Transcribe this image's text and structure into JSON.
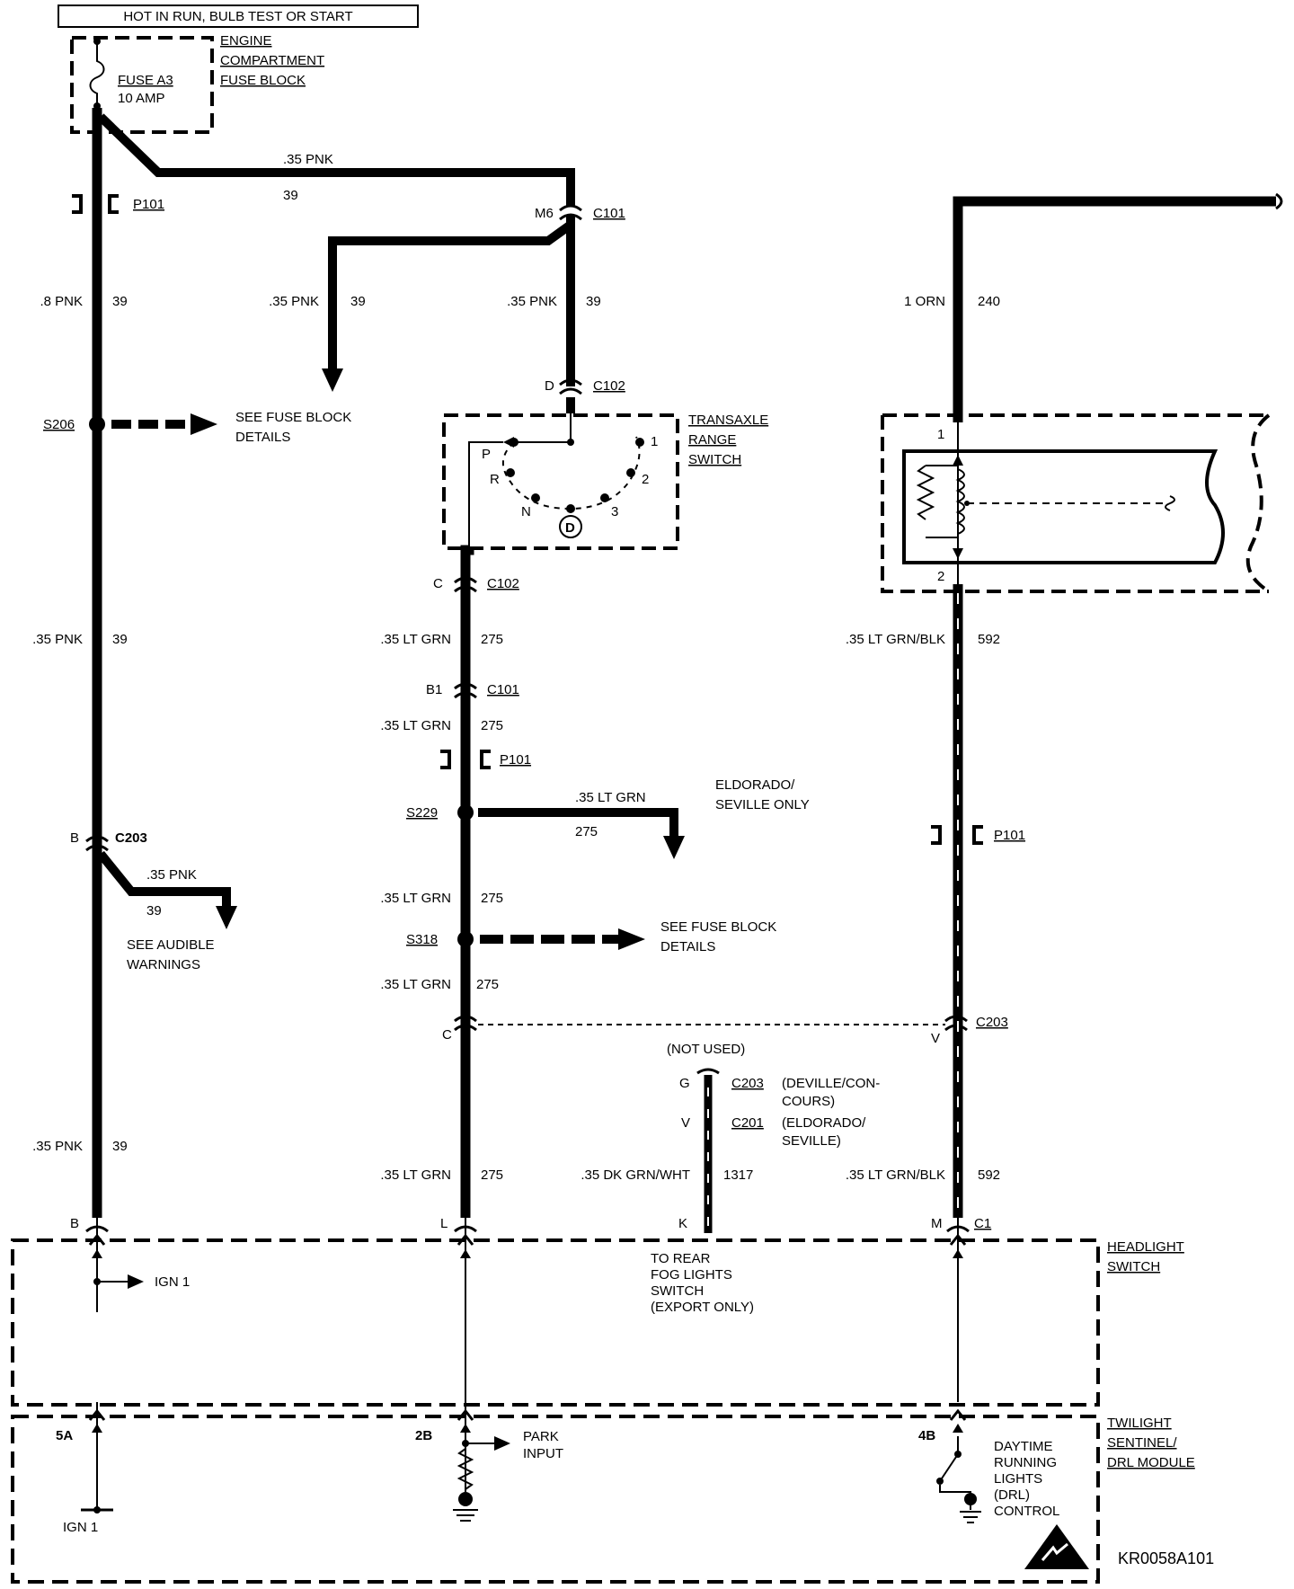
{
  "header": {
    "title": "HOT IN RUN, BULB TEST OR START"
  },
  "components": {
    "fuse_block": {
      "label": [
        "ENGINE",
        "COMPARTMENT",
        "FUSE BLOCK"
      ],
      "fuse": "FUSE A3",
      "rating": "10 AMP"
    },
    "transaxle": {
      "label": [
        "TRANSAXLE",
        "RANGE",
        "SWITCH"
      ],
      "positions": [
        "P",
        "R",
        "N",
        "D",
        "3",
        "2",
        "1"
      ]
    },
    "headlight_switch": {
      "label": [
        "HEADLIGHT",
        "SWITCH"
      ]
    },
    "twilight": {
      "label": [
        "TWILIGHT",
        "SENTINEL/",
        "DRL MODULE"
      ]
    }
  },
  "wire_labels": {
    "top_pnk": ".35 PNK",
    "top_39": "39",
    "w1_color": ".8 PNK",
    "w1_num": "39",
    "w2_color": ".35 PNK",
    "w2_num": "39",
    "w3_color": ".35 PNK",
    "w3_num": "39",
    "w4_color": "1 ORN",
    "w4_num": "240",
    "w5_color": ".35 PNK",
    "w5_num": "39",
    "w6_color": ".35 LT GRN",
    "w6_num": "275",
    "w7_color": ".35 LT GRN/BLK",
    "w7_num": "592",
    "w8_color": ".35 LT GRN",
    "w8_num": "275",
    "w9_color": ".35 LT GRN",
    "w9_num": "275",
    "w10_color": ".35 LT GRN",
    "w10_num": "275",
    "w11_color": ".35 PNK",
    "w11_num": "39",
    "w12_color": ".35 LT GRN",
    "w12_num": "275",
    "w13_color": ".35 DK GRN/WHT",
    "w13_num": "1317",
    "w14_color": ".35 LT GRN/BLK",
    "w14_num": "592",
    "aud_color": ".35 PNK",
    "aud_num": "39",
    "eld_color": ".35 LT GRN",
    "eld_num": "275",
    "w15_color": ".35 PNK",
    "w15_num": "39"
  },
  "connectors": {
    "p101": "P101",
    "c101": "C101",
    "c101_pin": "M6",
    "c102": "C102",
    "c102_pin_d": "D",
    "c102_pin_c": "C",
    "c101_pin_b1": "B1",
    "c203": "C203",
    "c203_pin_b": "B",
    "c203_pin_c": "C",
    "c203_pin_v": "V",
    "c203_g": "C203",
    "c203_g_pin": "G",
    "c201": "C201",
    "c201_pin": "V",
    "c1": "C1",
    "hs_pin_b": "B",
    "hs_pin_l": "L",
    "hs_pin_k": "K",
    "hs_pin_m": "M",
    "pin_5a": "5A",
    "pin_2b": "2B",
    "pin_4b": "4B",
    "lamp_pin_1": "1",
    "lamp_pin_2": "2"
  },
  "splices": {
    "s206": "S206",
    "s229": "S229",
    "s318": "S318"
  },
  "notes": {
    "see_fuse_1": [
      "SEE FUSE BLOCK",
      "DETAILS"
    ],
    "see_fuse_2": [
      "SEE FUSE BLOCK",
      "DETAILS"
    ],
    "see_audible": [
      "SEE AUDIBLE",
      "WARNINGS"
    ],
    "eldorado_only": [
      "ELDORADO/",
      "SEVILLE ONLY"
    ],
    "not_used": "(NOT USED)",
    "deville": [
      "(DEVILLE/CON-",
      "COURS)"
    ],
    "eldorado_seville": [
      "(ELDORADO/",
      "SEVILLE)"
    ],
    "rear_fog": [
      "TO REAR",
      "FOG LIGHTS",
      "SWITCH",
      "(EXPORT ONLY)"
    ],
    "ign1_arrow": "IGN 1",
    "ign1_bottom": "IGN 1",
    "park_input": [
      "PARK",
      "INPUT"
    ],
    "drl": [
      "DAYTIME",
      "RUNNING",
      "LIGHTS",
      "(DRL)",
      "CONTROL"
    ]
  },
  "figure_code": "KR0058A101"
}
